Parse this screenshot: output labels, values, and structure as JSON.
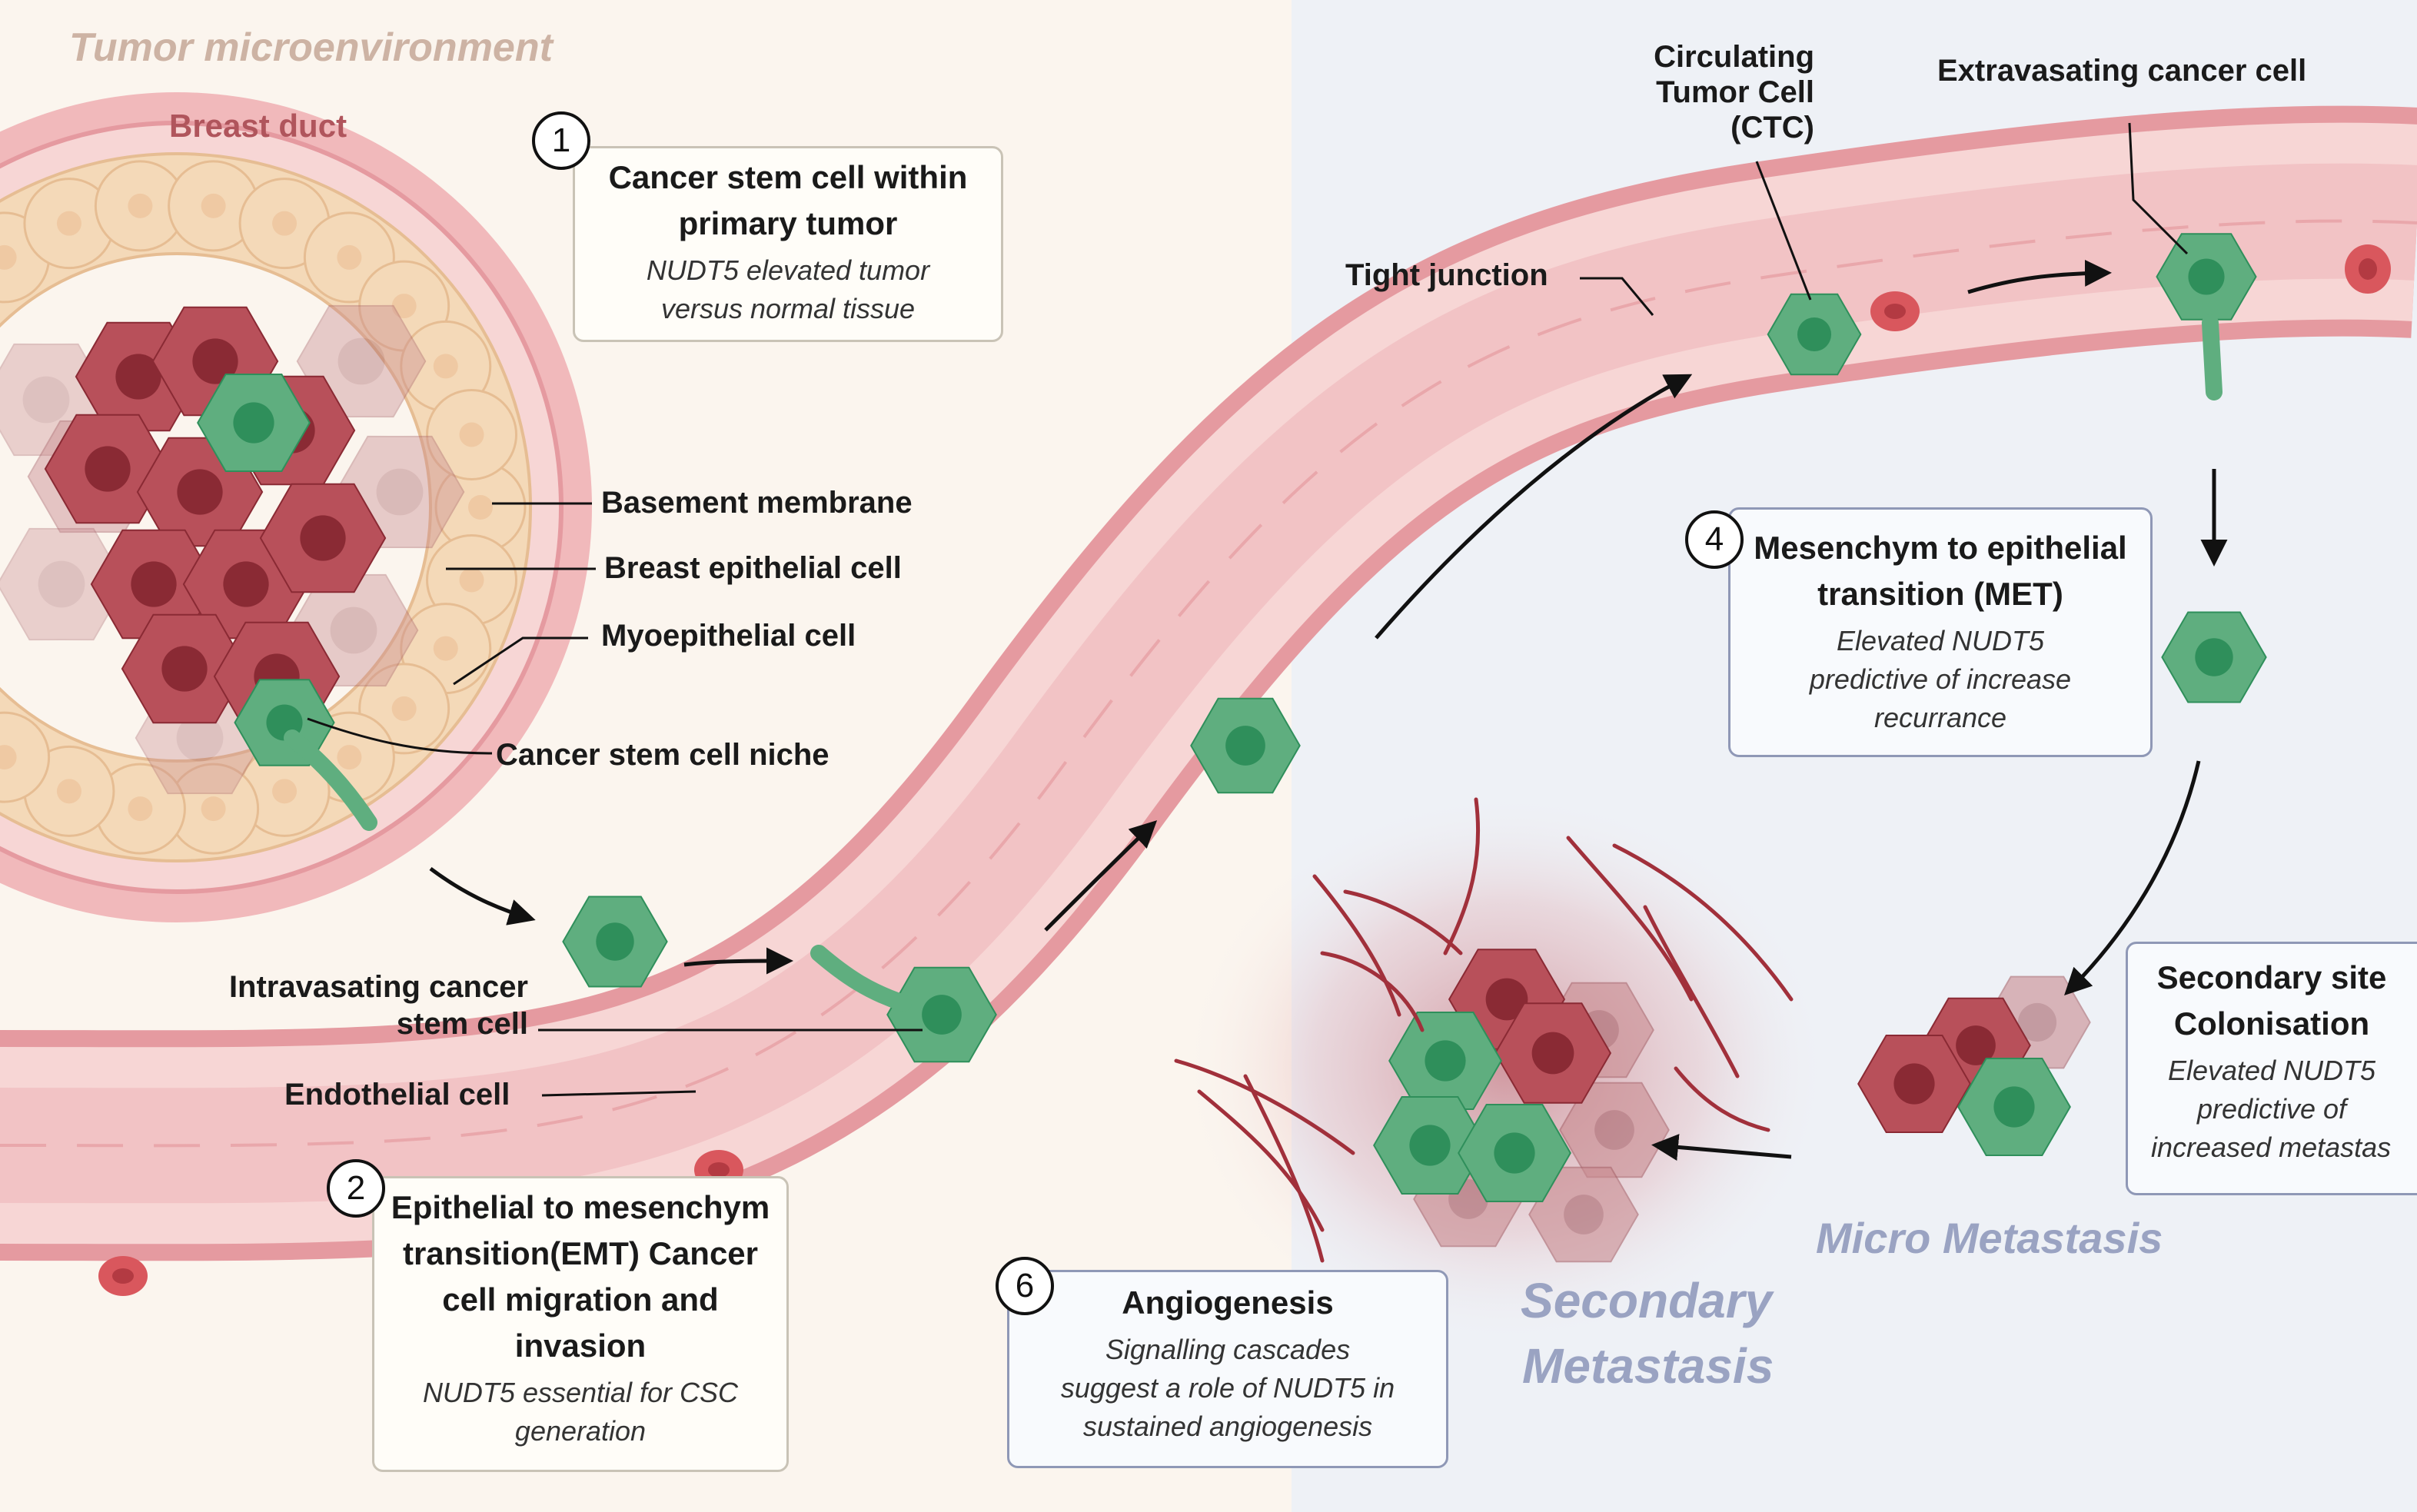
{
  "region_labels": {
    "tumor_microenvironment": "Tumor microenvironment",
    "breast_duct": "Breast duct",
    "micro_metastasis": "Micro Metastasis",
    "secondary_metastasis_line1": "Secondary",
    "secondary_metastasis_line2": "Metastasis"
  },
  "structure_labels": {
    "basement_membrane": "Basement membrane",
    "breast_epithelial_cell": "Breast epithelial cell",
    "myoepithelial_cell": "Myoepithelial  cell",
    "cancer_stem_cell_niche": "Cancer stem cell niche",
    "intravasating_line1": "Intravasating cancer",
    "intravasating_line2": "stem cell",
    "endothelial_cell": "Endothelial  cell",
    "tight_junction": "Tight junction",
    "ctc_line1": "Circulating",
    "ctc_line2": "Tumor Cell",
    "ctc_line3": "(CTC)",
    "extravasating": "Extravasating cancer cell"
  },
  "steps": [
    {
      "number": "1",
      "title_lines": [
        "Cancer stem cell within",
        "primary tumor"
      ],
      "desc_lines": [
        "NUDT5 elevated tumor",
        "versus normal tissue"
      ]
    },
    {
      "number": "2",
      "title_lines": [
        "Epithelial to mesenchym",
        "transition(EMT) Cancer",
        "cell migration and",
        "invasion"
      ],
      "desc_lines": [
        "NUDT5 essential for CSC",
        "generation"
      ]
    },
    {
      "number": "4",
      "title_lines": [
        "Mesenchym to epithelial",
        "transition  (MET)"
      ],
      "desc_lines": [
        "Elevated  NUDT5",
        "predictive  of increase",
        "recurrance"
      ]
    },
    {
      "number": "",
      "title_lines": [
        "Secondary site",
        "Colonisation"
      ],
      "desc_lines": [
        "Elevated NUDT5",
        "predictive  of",
        "increased  metastas"
      ]
    },
    {
      "number": "6",
      "title_lines": [
        "Angiogenesis"
      ],
      "desc_lines": [
        "Signalling  cascades",
        "suggest a role of NUDT5 in",
        "sustained angiogenesis"
      ]
    }
  ],
  "colors": {
    "left_background": "#fbf5ee",
    "right_background": "#eef1f6",
    "vessel": "#f2c3c5",
    "vessel_wall": "#e59aa0",
    "stem_cell": "#5fae7f",
    "stem_cell_nucleus": "#2f8f5b",
    "tumor_cell": "#b8505a",
    "tumor_cell_nucleus": "#8a2a34",
    "epithelial": "#f4d9b8",
    "region_label_left": "#cdb3a4",
    "breast_duct_label": "#b0555c",
    "region_label_right": "#9aa3c2"
  }
}
